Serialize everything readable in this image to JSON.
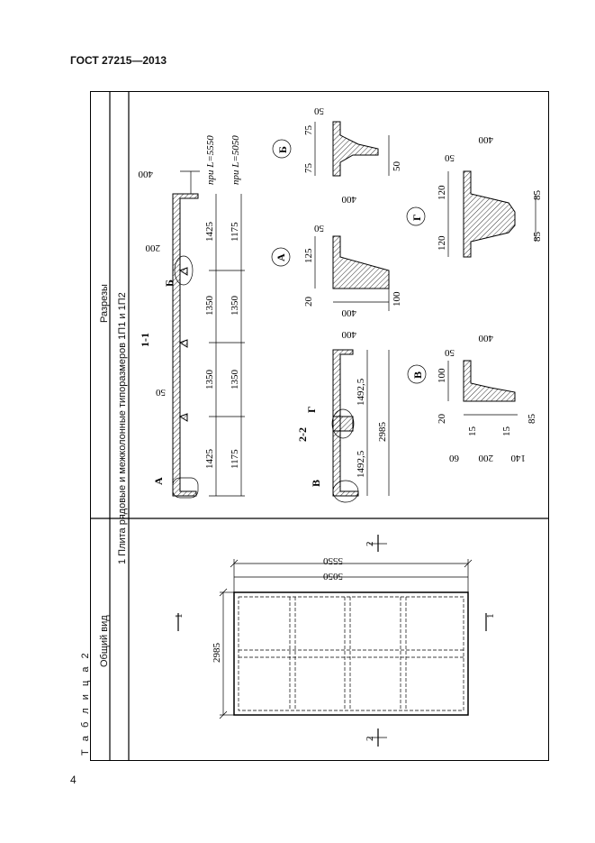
{
  "header": {
    "title": "ГОСТ 27215—2013"
  },
  "page_number": "4",
  "table": {
    "caption": "Т а б л и ц а  2",
    "col_general": "Общий вид",
    "col_sections": "Разрезы",
    "row_title": "1 Плита рядовые и межколонные типоразмеров 1П1 и 1П2"
  },
  "general_view": {
    "dim_width": "2985",
    "dim_len_outer": "5550",
    "dim_len_inner": "5050",
    "section_mark_1": "1",
    "section_mark_2": "2"
  },
  "section_1_1": {
    "label": "1-1",
    "dims_top": [
      "1425",
      "1350",
      "1350",
      "1425"
    ],
    "dims_bottom": [
      "1175",
      "1350",
      "1350",
      "1175"
    ],
    "note_top": "при L=5550",
    "note_bottom": "при L=5050",
    "dim_end": "400",
    "dim_200": "200",
    "dim_50": "50",
    "callout_a": "А",
    "callout_b": "Б"
  },
  "section_2_2": {
    "label": "2-2",
    "dim_total": "2985",
    "dim_half_1": "1492,5",
    "dim_half_2": "1492,5",
    "dim_end": "400",
    "callout_v": "В",
    "callout_g": "Г"
  },
  "detail_a": {
    "label": "А",
    "dims": [
      "125",
      "50",
      "20",
      "400",
      "100"
    ]
  },
  "detail_b": {
    "label": "Б",
    "dims": [
      "50",
      "75",
      "75",
      "400",
      "50"
    ]
  },
  "detail_v": {
    "label": "В",
    "dims": [
      "100",
      "50",
      "20",
      "400",
      "15",
      "15",
      "85",
      "60",
      "200",
      "140"
    ]
  },
  "detail_g": {
    "label": "Г",
    "dims": [
      "120",
      "50",
      "120",
      "400",
      "85",
      "85"
    ]
  }
}
